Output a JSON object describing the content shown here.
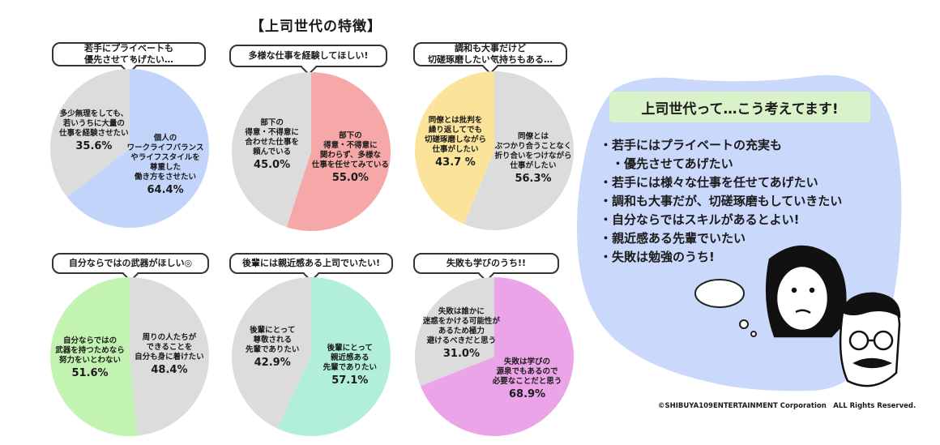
{
  "title": "【上司世代の特徴】",
  "colors": {
    "gray": "#dcdcdc",
    "blue": "#c3d4fb",
    "red": "#f6a8a8",
    "yellow": "#fbe49a",
    "green": "#c3f3b1",
    "mint": "#b1eedb",
    "purple": "#eba4e8",
    "panel": "#c9d8fb",
    "summary_title_bg": "#d9f2c9"
  },
  "chart_data": [
    {
      "type": "pie",
      "title": "若手にプライベートも\n優先させてあげたい…",
      "slices": [
        {
          "label": "個人の\nワークライフバランス\nやライフスタイルを\n尊重した\n働き方をさせたい",
          "value": 64.4,
          "value_text": "64.4%",
          "color": "#c3d4fb"
        },
        {
          "label": "多少無理をしても、\n若いうちに大量の\n仕事を経験させたい",
          "value": 35.6,
          "value_text": "35.6%",
          "color": "#dcdcdc"
        }
      ]
    },
    {
      "type": "pie",
      "title": "多様な仕事を経験してほしい!",
      "slices": [
        {
          "label": "部下の\n得意・不得意に\n関わらず、多様な\n仕事を任せてみている",
          "value": 55.0,
          "value_text": "55.0%",
          "color": "#f6a8a8"
        },
        {
          "label": "部下の\n得意・不得意に\n合わせた仕事を\n頼んでいる",
          "value": 45.0,
          "value_text": "45.0%",
          "color": "#dcdcdc"
        }
      ]
    },
    {
      "type": "pie",
      "title": "調和も大事だけど\n切磋琢磨したい気持ちもある…",
      "slices": [
        {
          "label": "同僚とは\nぶつかり合うことなく\n折り合いをつけながら\n仕事がしたい",
          "value": 56.3,
          "value_text": "56.3%",
          "color": "#dcdcdc"
        },
        {
          "label": "同僚とは批判を\n繰り返してでも\n切磋琢磨しながら\n仕事がしたい",
          "value": 43.7,
          "value_text": "43.7 %",
          "color": "#fbe49a"
        }
      ]
    },
    {
      "type": "pie",
      "title": "自分ならではの武器がほしい◎",
      "slices": [
        {
          "label": "周りの人たちが\nできることを\n自分も身に着けたい",
          "value": 48.4,
          "value_text": "48.4%",
          "color": "#dcdcdc"
        },
        {
          "label": "自分ならではの\n武器を持つためなら\n努力をいとわない",
          "value": 51.6,
          "value_text": "51.6%",
          "color": "#c3f3b1"
        }
      ]
    },
    {
      "type": "pie",
      "title": "後輩には親近感ある上司でいたい!",
      "slices": [
        {
          "label": "後輩にとって\n親近感ある\n先輩でありたい",
          "value": 57.1,
          "value_text": "57.1%",
          "color": "#b1eedb"
        },
        {
          "label": "後輩にとって\n尊敬される\n先輩でありたい",
          "value": 42.9,
          "value_text": "42.9%",
          "color": "#dcdcdc"
        }
      ]
    },
    {
      "type": "pie",
      "title": "失敗も学びのうち!!",
      "slices": [
        {
          "label": "失敗は学びの\n源泉でもあるので\n必要なことだと思う",
          "value": 68.9,
          "value_text": "68.9%",
          "color": "#eba4e8"
        },
        {
          "label": "失敗は誰かに\n迷惑をかける可能性が\nあるため極力\n避けるべきだと思う",
          "value": 31.0,
          "value_text": "31.0%",
          "color": "#dcdcdc"
        }
      ]
    }
  ],
  "summary": {
    "title": "上司世代って…こう考えてます!",
    "items": [
      "若手にはプライベートの充実も",
      "優先させてあげたい",
      "若手には様々な仕事を任せてあげたい",
      "調和も大事だが、切磋琢磨もしていきたい",
      "自分ならではスキルがあるとよい!",
      "親近感ある先輩でいたい",
      "失敗は勉強のうち!"
    ]
  },
  "copyright": "©SHIBUYA109ENTERTAINMENT Corporation　ALL Rights Reserved."
}
